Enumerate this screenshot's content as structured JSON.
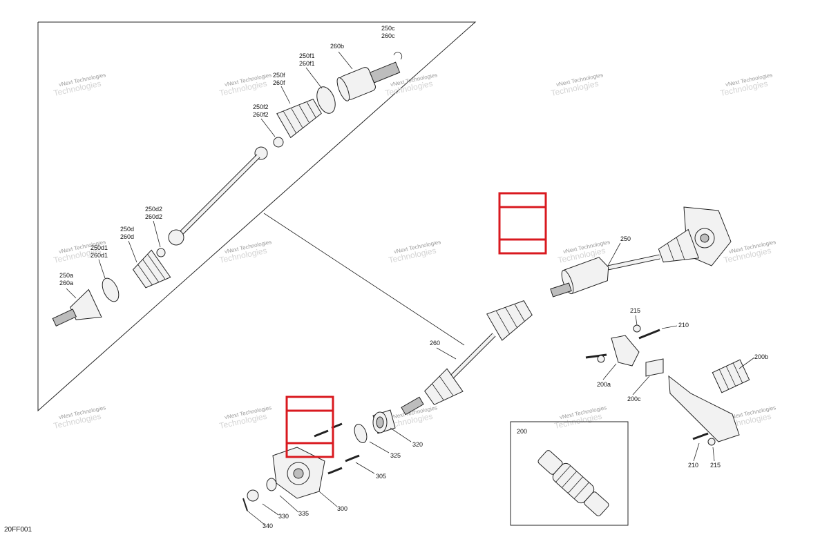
{
  "drawing_code": "20FF001",
  "watermark": {
    "line1": "vNext",
    "line2": "Technologies",
    "line3": "vNext Technologies"
  },
  "labels": {
    "l250c": "250c",
    "l260c": "260c",
    "l260b": "260b",
    "l250f1": "250f1",
    "l260f1": "260f1",
    "l250f": "250f",
    "l260f": "260f",
    "l250f2": "250f2",
    "l260f2": "260f2",
    "l250d2": "250d2",
    "l260d2": "260d2",
    "l250d": "250d",
    "l260d": "260d",
    "l250d1": "250d1",
    "l260d1": "260d1",
    "l250a": "250a",
    "l260a": "260a",
    "l250": "250",
    "l260": "260",
    "l215a": "215",
    "l210a": "210",
    "l200a": "200a",
    "l200b": "200b",
    "l200c": "200c",
    "l210b": "210",
    "l215b": "215",
    "l320": "320",
    "l325": "325",
    "l305": "305",
    "l300": "300",
    "l335": "335",
    "l330": "330",
    "l340": "340",
    "inset200": "200"
  },
  "colors": {
    "highlight": "#d9191f",
    "ink": "#222222"
  }
}
